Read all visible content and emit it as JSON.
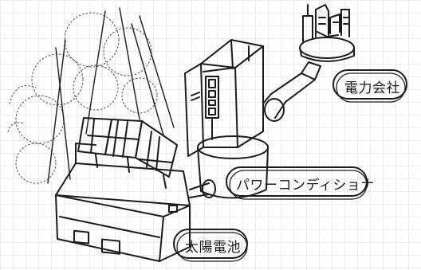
{
  "labels": {
    "power_company": "電力会社",
    "power_conditioner": "パワーコンディショナ",
    "solar_cell": "太陽電池"
  },
  "colors": {
    "ink": "#1c1c1c",
    "grid": "#e8ebef",
    "tree_dots": "#666666"
  }
}
